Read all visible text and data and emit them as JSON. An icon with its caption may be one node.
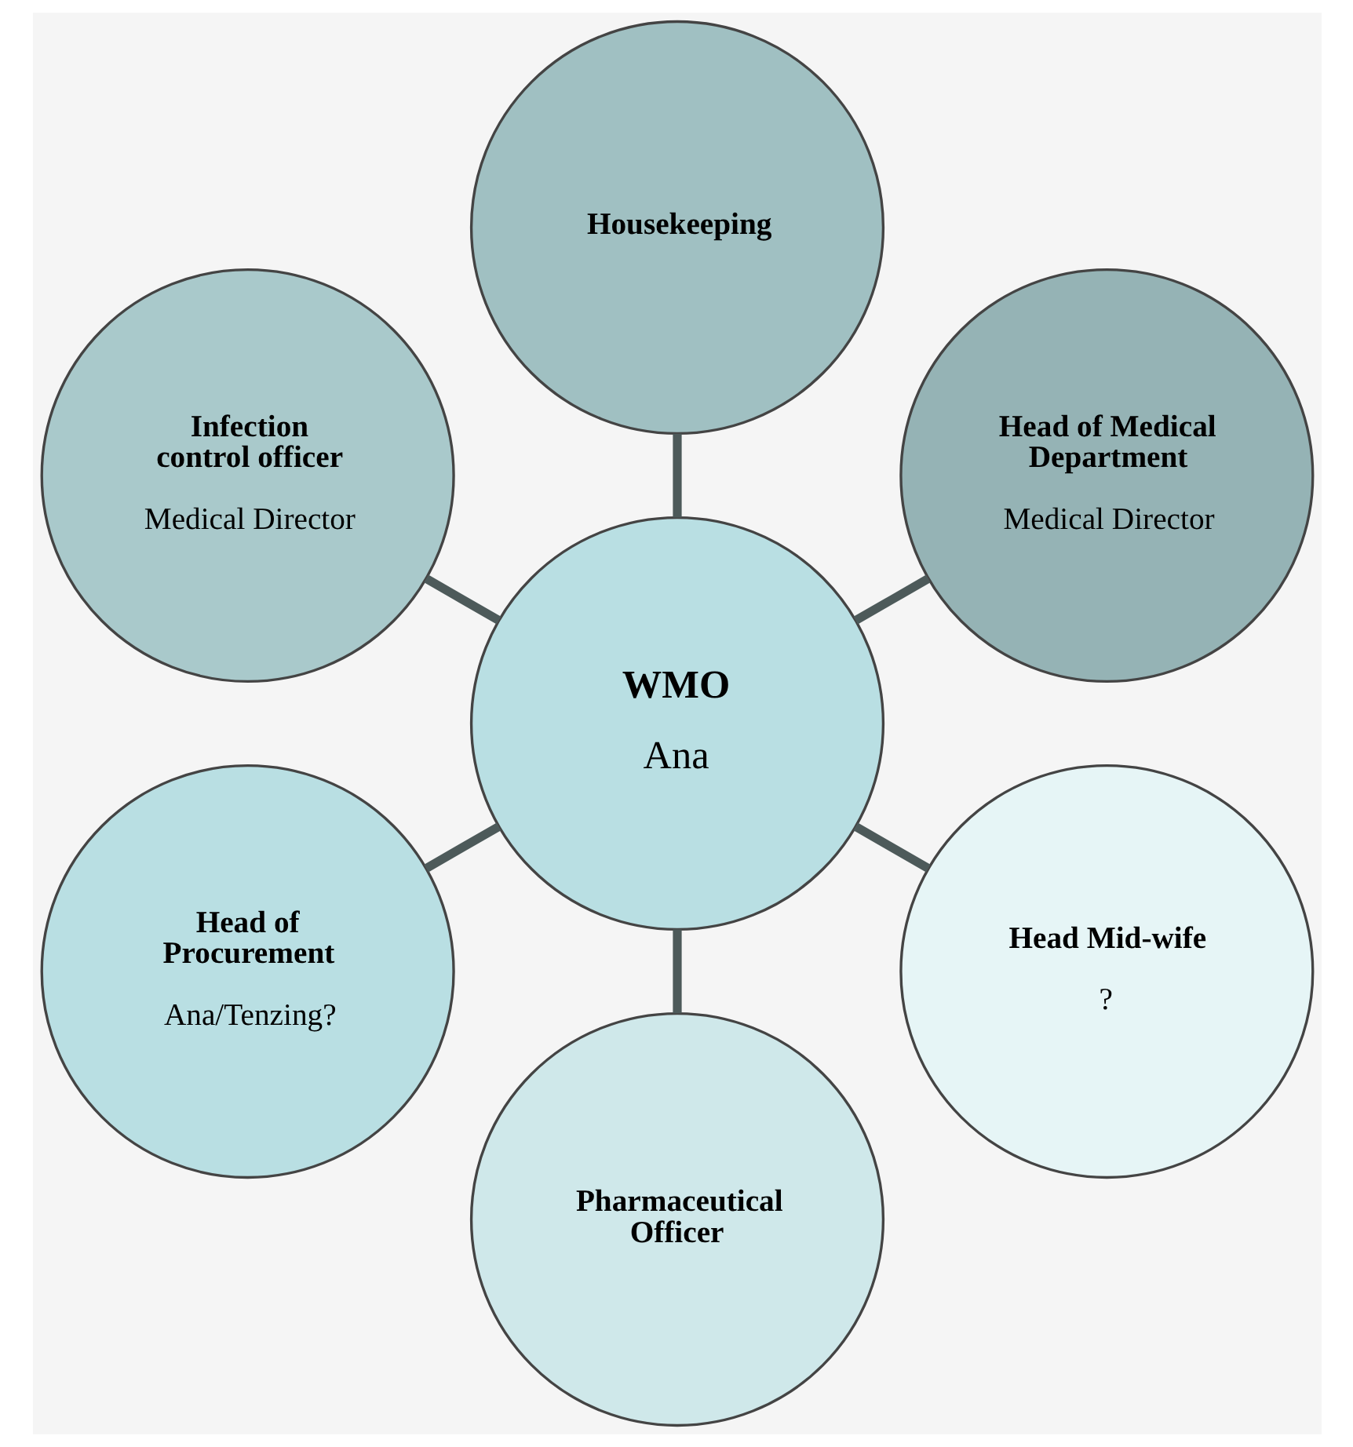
{
  "diagram": {
    "nodes": [
      {
        "text": [
          "WMO",
          "Ana"
        ]
      },
      {
        "text": [
          "Head of Medical Department",
          "Medical Director"
        ]
      },
      {
        "text": [
          "Housekeeping"
        ]
      },
      {
        "text": [
          "Infection control officer",
          "Medical Director"
        ]
      },
      {
        "text": [
          "Head of Procurement",
          "Ana/Tenzing?"
        ]
      },
      {
        "text": [
          "Pharmaceutical Officer"
        ]
      },
      {
        "text": [
          "Head Mid-wife",
          "?"
        ]
      }
    ],
    "edges": [
      {
        "from": 0,
        "to": 1,
        "arrow": "none"
      },
      {
        "from": 0,
        "to": 2,
        "arrow": "none"
      },
      {
        "from": 0,
        "to": 3,
        "arrow": "none"
      },
      {
        "from": 0,
        "to": 4,
        "arrow": "none"
      },
      {
        "from": 0,
        "to": 5,
        "arrow": "none"
      },
      {
        "from": 0,
        "to": 6,
        "arrow": "none"
      }
    ]
  }
}
